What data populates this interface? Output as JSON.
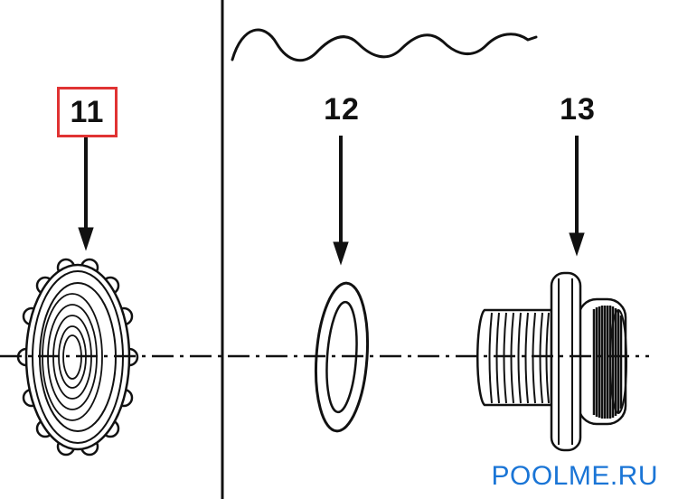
{
  "diagram": {
    "type": "exploded-parts-diagram",
    "labels": {
      "part11": "11",
      "part12": "12",
      "part13": "13"
    },
    "parts": [
      {
        "number": "11",
        "name": "threaded-locknut-collar",
        "highlighted": true
      },
      {
        "number": "12",
        "name": "o-ring-gasket",
        "highlighted": false
      },
      {
        "number": "13",
        "name": "threaded-inlet-connector",
        "highlighted": false
      }
    ],
    "colors": {
      "line": "#111111",
      "highlight_box": "#e03333",
      "watermark": "#1a75d6",
      "background": "#ffffff"
    },
    "watermark": "POOLME.RU"
  }
}
